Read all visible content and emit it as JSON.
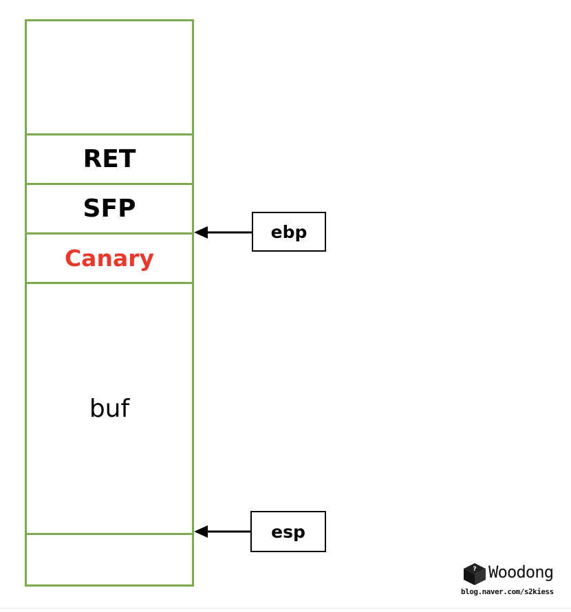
{
  "stack": {
    "ret_label": "RET",
    "sfp_label": "SFP",
    "canary_label": "Canary",
    "buf_label": "buf"
  },
  "pointers": {
    "ebp_label": "ebp",
    "esp_label": "esp"
  },
  "watermark": {
    "brand": "Woodong",
    "url": "blog.naver.com/s2kiess"
  },
  "colors": {
    "border": "#7caa50",
    "canary": "#e8392c",
    "text": "#000000"
  }
}
